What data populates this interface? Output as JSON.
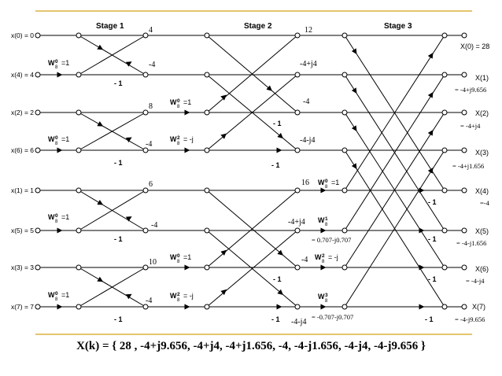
{
  "stages": [
    "Stage 1",
    "Stage 2",
    "Stage 3"
  ],
  "inputs": [
    "x(0) = 0",
    "x(4) = 4",
    "x(2) = 2",
    "x(6) = 6",
    "x(1) = 1",
    "x(5) = 5",
    "x(3) = 3",
    "x(7) = 7"
  ],
  "outputs": [
    {
      "label": "X(0) = 28",
      "value": ""
    },
    {
      "label": "X(1)",
      "value": "= -4+j9.656"
    },
    {
      "label": "X(2)",
      "value": "= -4+j4"
    },
    {
      "label": "X(3)",
      "value": "= -4+j1.656"
    },
    {
      "label": "X(4)",
      "value": "=-4"
    },
    {
      "label": "X(5)",
      "value": "= -4-j1.656"
    },
    {
      "label": "X(6)",
      "value": "= -4-j4"
    },
    {
      "label": "X(7)",
      "value": "= -4-j9.656"
    }
  ],
  "stage1_values": [
    "4",
    "-4",
    "8",
    "-4",
    "6",
    "-4",
    "10",
    "-4"
  ],
  "stage2_values": [
    "12",
    "-4+j4",
    "-4",
    "-4-j4",
    "16",
    "-4+j4",
    "-4",
    "-4-j4"
  ],
  "twiddles": {
    "w80": "=1",
    "w82": "= -j",
    "w81": "= 0.707-j0.707",
    "w83": "= -0.707-j0.707"
  },
  "minus_one": "- 1",
  "result": "X(k) = { 28 , -4+j9.656, -4+j4, -4+j1.656, -4, -4-j1.656, -4-j4, -4-j9.656 }",
  "colors": {
    "line": "#000000",
    "rule": "#d4a017"
  }
}
